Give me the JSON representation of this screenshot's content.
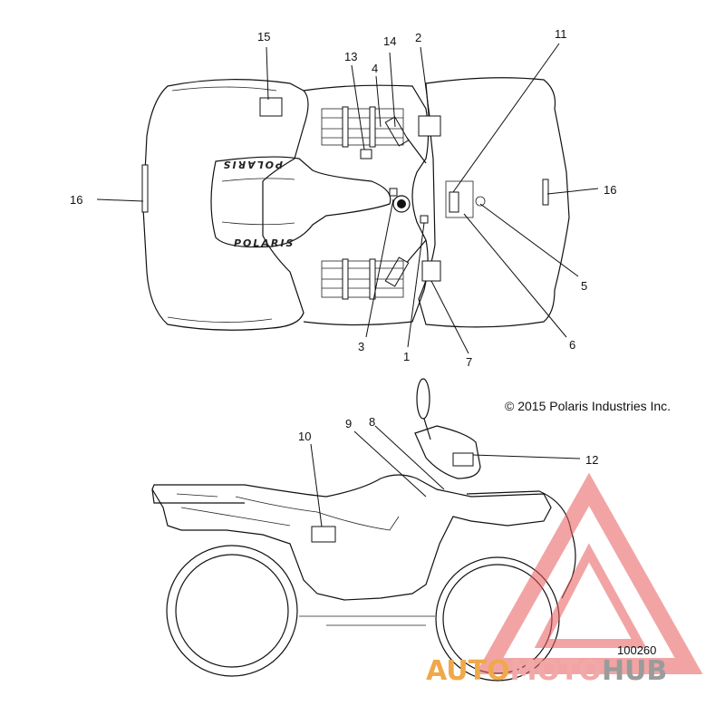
{
  "diagram": {
    "copyright": "© 2015 Polaris Industries Inc.",
    "figure_number": "100260",
    "brand_text": "POLARIS",
    "callouts": [
      "1",
      "2",
      "3",
      "4",
      "5",
      "6",
      "7",
      "8",
      "9",
      "10",
      "11",
      "12",
      "13",
      "14",
      "15",
      "16"
    ]
  },
  "watermark": {
    "part1": "AUTO",
    "part2": "MOTO",
    "part3": "HUB",
    "colors": {
      "orange": "#f0a94a",
      "red": "#e85a5a",
      "gray": "#9b9b9b"
    }
  }
}
